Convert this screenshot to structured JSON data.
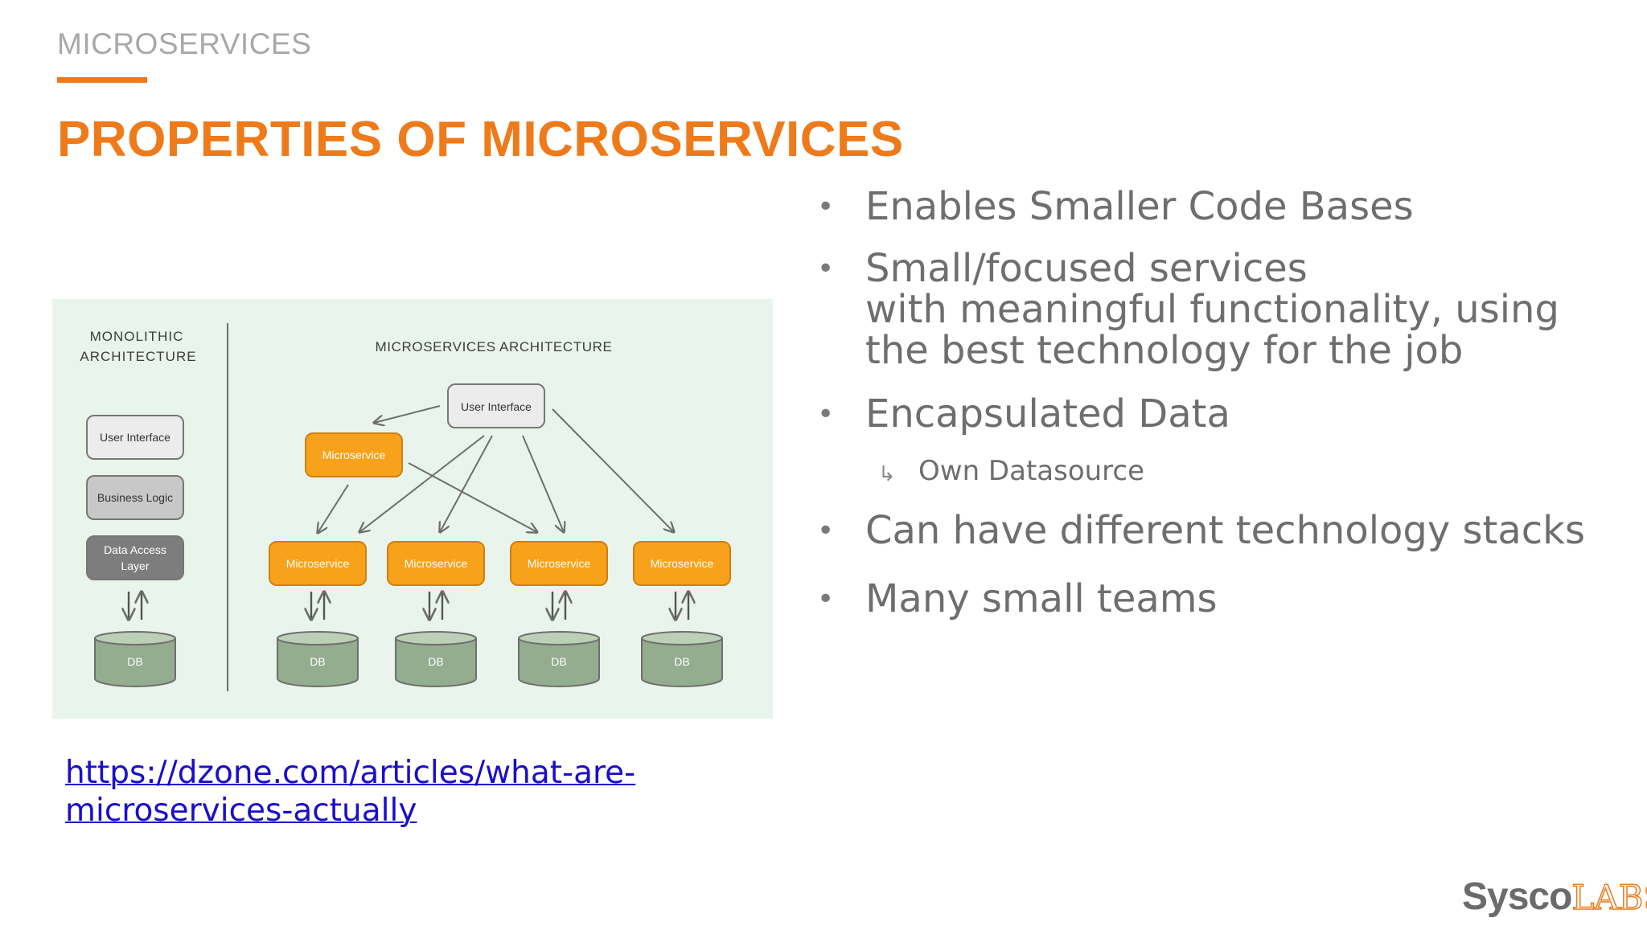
{
  "header": {
    "section": "MICROSERVICES",
    "title": "PROPERTIES OF MICROSERVICES"
  },
  "colors": {
    "accent": "#ee7a1a",
    "diagram_bg": "#e9f5ec",
    "microservice_fill": "#f8a21b",
    "db_fill": "#93ad8e",
    "link": "#1a0dcc"
  },
  "diagram": {
    "monolithic_title_1": "MONOLITHIC",
    "monolithic_title_2": "ARCHITECTURE",
    "mono_ui": "User Interface",
    "mono_logic": "Business Logic",
    "mono_dal_1": "Data Access",
    "mono_dal_2": "Layer",
    "micro_title": "MICROSERVICES ARCHITECTURE",
    "ui": "User Interface",
    "microservice": "Microservice",
    "db": "DB"
  },
  "bullets": {
    "b1": "Enables Smaller Code Bases",
    "b2_l1": "Small/focused services",
    "b2_l2": "with meaningful functionality, using",
    "b2_l3": "the best technology for the job",
    "b3": "Encapsulated Data",
    "b3_sub": "Own Datasource",
    "b4": "Can have different technology stacks",
    "b5": "Many small teams"
  },
  "link": {
    "line1": "https://dzone.com/articles/what-are-",
    "line2": "microservices-actually"
  },
  "logo": {
    "part1": "Sysco",
    "part2": "LABS"
  }
}
